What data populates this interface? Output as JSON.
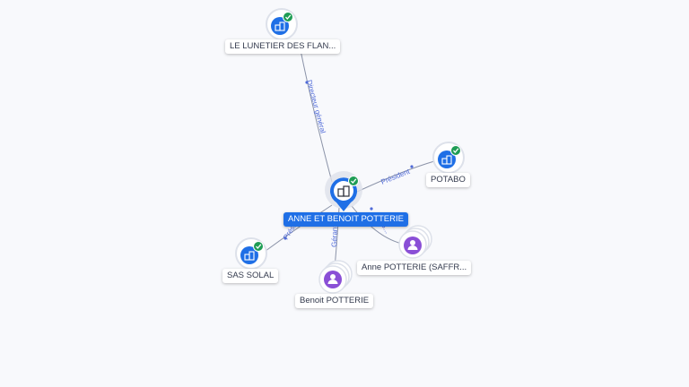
{
  "nodes": {
    "center": {
      "label": "ANNE ET BENOIT POTTERIE",
      "type": "company",
      "verified": true
    },
    "lunetier": {
      "label": "LE LUNETIER DES FLAN...",
      "type": "company",
      "verified": true
    },
    "potabo": {
      "label": "POTABO",
      "type": "company",
      "verified": true
    },
    "solal": {
      "label": "SAS SOLAL",
      "type": "company",
      "verified": true
    },
    "benoit": {
      "label": "Benoit POTTERIE",
      "type": "person",
      "verified": false
    },
    "anne": {
      "label": "Anne POTTERIE (SAFFR...",
      "type": "person",
      "verified": false
    }
  },
  "edges": {
    "lunetier": "Directeur général",
    "potabo": "Président",
    "solal": "Prési...",
    "benoit": "Gérant",
    "anne": "G..."
  },
  "colors": {
    "company": "#1f6fe6",
    "person": "#8a4fd6",
    "verified": "#1f9d55",
    "edge": "#8b93a8",
    "edge_label": "#4f6ad8"
  },
  "icons": {
    "company": "building-icon",
    "person": "person-icon",
    "verified": "check-badge-icon"
  }
}
